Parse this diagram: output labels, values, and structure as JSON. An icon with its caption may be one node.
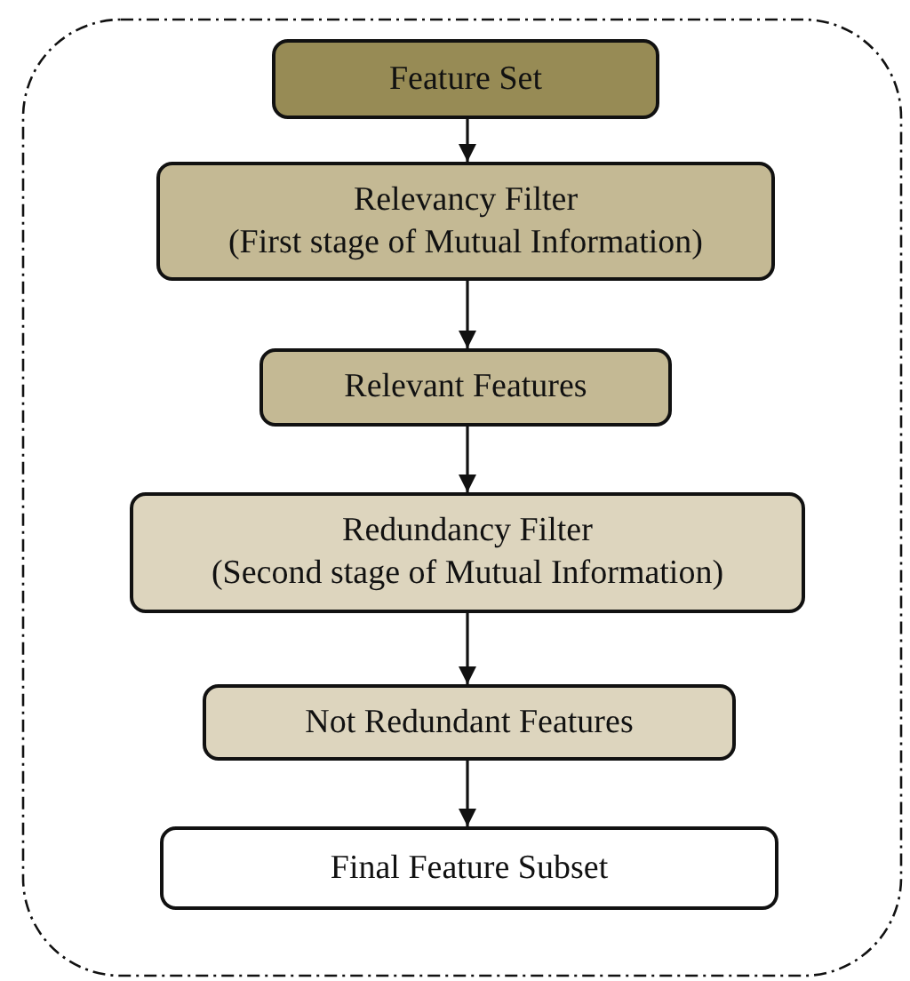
{
  "diagram": {
    "nodes": [
      {
        "text": [],
        "shape": "box"
      },
      {
        "text": [
          "Feature Set"
        ],
        "in": 0
      },
      {
        "text": [
          "Relevancy Filter",
          "(First stage of Mutual Information)"
        ],
        "in": 0
      },
      {
        "text": [
          "Relevant Features"
        ],
        "in": 0
      },
      {
        "text": [
          "Redundancy Filter",
          "(Second stage of Mutual Information)"
        ],
        "in": 0
      },
      {
        "text": [
          "Not Redundant Features"
        ],
        "in": 0
      },
      {
        "text": [
          "Final Feature Subset"
        ],
        "in": 0
      }
    ],
    "edges": [
      {
        "from": 1,
        "to": 2,
        "arrow": "to"
      },
      {
        "from": 2,
        "to": 3,
        "arrow": "to"
      },
      {
        "from": 3,
        "to": 4,
        "arrow": "to"
      },
      {
        "from": 4,
        "to": 5,
        "arrow": "to"
      },
      {
        "from": 5,
        "to": 6,
        "arrow": "to"
      }
    ]
  }
}
